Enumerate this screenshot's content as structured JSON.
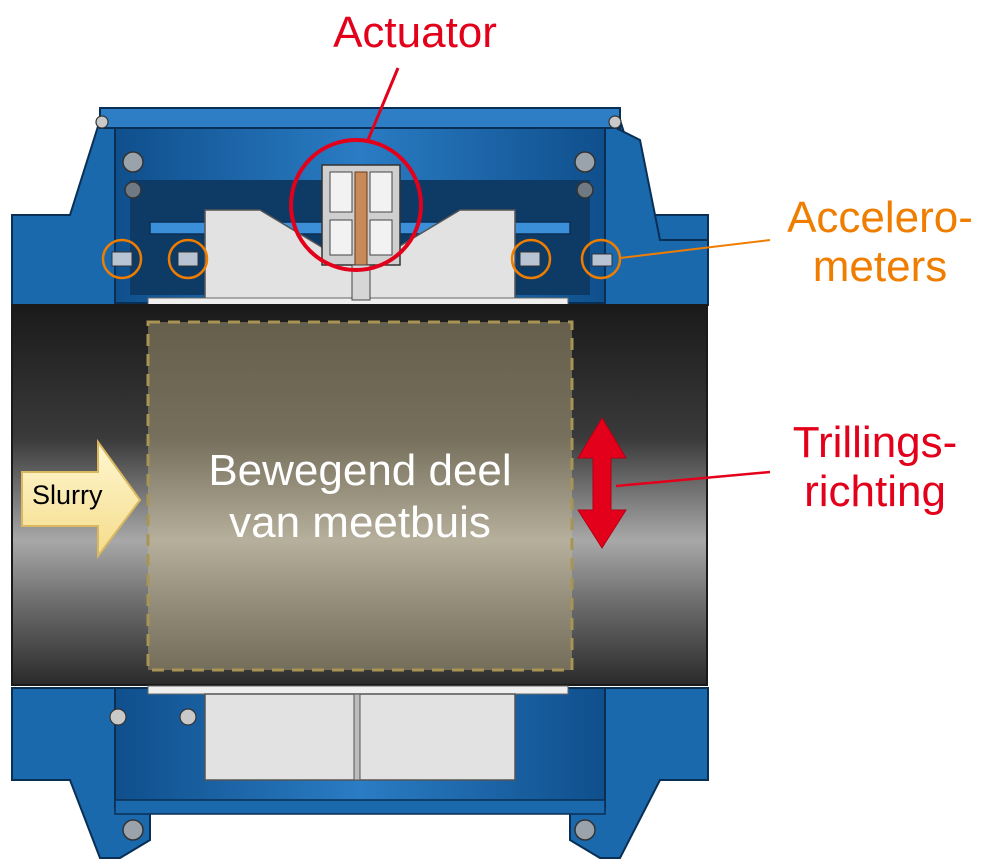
{
  "labels": {
    "actuator": "Actuator",
    "accelerometers_line1": "Accelero-",
    "accelerometers_line2": "meters",
    "vibration_line1": "Trillings-",
    "vibration_line2": "richting",
    "moving_line1": "Bewegend deel",
    "moving_line2": "van meetbuis",
    "flow": "Slurry"
  },
  "colors": {
    "actuator_label": "#e3001b",
    "accelerometer_label": "#ef7d00",
    "vibration_label": "#e3001b",
    "frame_blue": "#1f6fb5",
    "frame_dark_blue": "#0d3f72",
    "pipe_dark": "#2b2b2b",
    "pipe_light": "#9a9a9a",
    "plate_grey": "#dcdcdc",
    "moving_section_fill": "#c9b98a",
    "moving_section_border": "#a89455",
    "slurry_arrow": "#fbeaa5",
    "slurry_arrow_border": "#d9b860",
    "vibration_arrow": "#e3001b"
  },
  "icons": {
    "flow_arrow": "right-arrow-icon",
    "vibration_arrow": "double-vertical-arrow-icon"
  }
}
